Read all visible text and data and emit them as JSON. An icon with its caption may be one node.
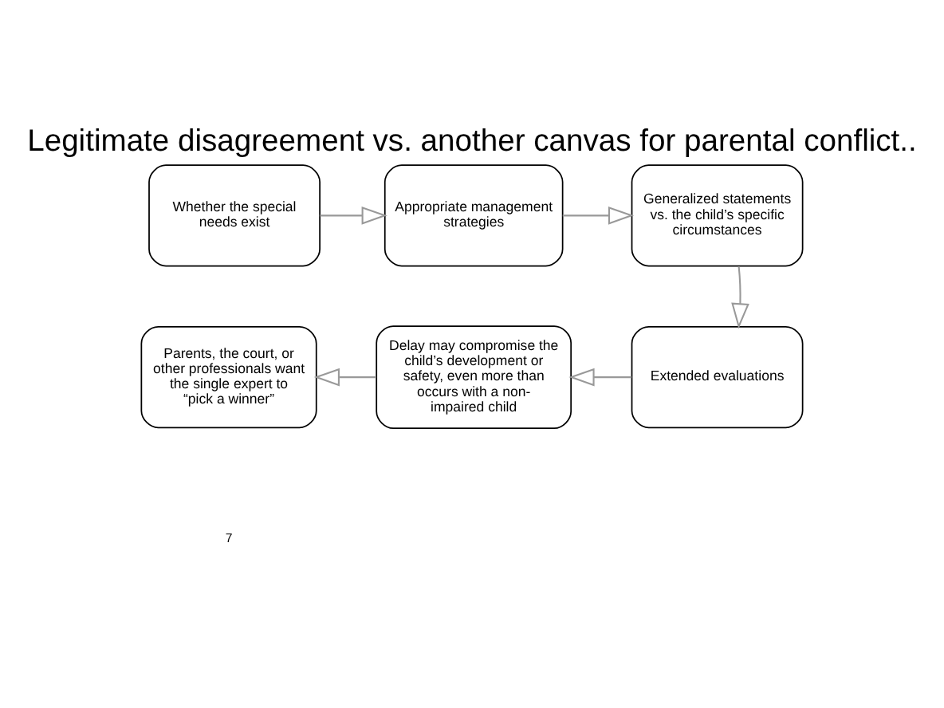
{
  "diagram": {
    "title": "Legitimate disagreement vs. another canvas for parental conflict..",
    "nodes": [
      {
        "text": [
          "Whether the special needs exist"
        ]
      },
      {
        "text": [
          "Appropriate management strategies"
        ]
      },
      {
        "text": [
          "Generalized statements vs. the child’s specific circumstances"
        ]
      },
      {
        "text": [
          "Extended evaluations"
        ]
      },
      {
        "text": [
          "Delay may compromise the child’s development or safety, even more than occurs with a non-impaired child"
        ]
      },
      {
        "text": [
          "Parents, the court, or other professionals want the single expert to “pick a winner”"
        ]
      }
    ],
    "edges": [
      {
        "from": 0,
        "to": 1,
        "arrow": "to"
      },
      {
        "from": 1,
        "to": 2,
        "arrow": "to"
      },
      {
        "from": 2,
        "to": 3,
        "arrow": "to"
      },
      {
        "from": 3,
        "to": 4,
        "arrow": "to"
      },
      {
        "from": 4,
        "to": 5,
        "arrow": "to"
      }
    ],
    "labels": [
      "7"
    ]
  }
}
